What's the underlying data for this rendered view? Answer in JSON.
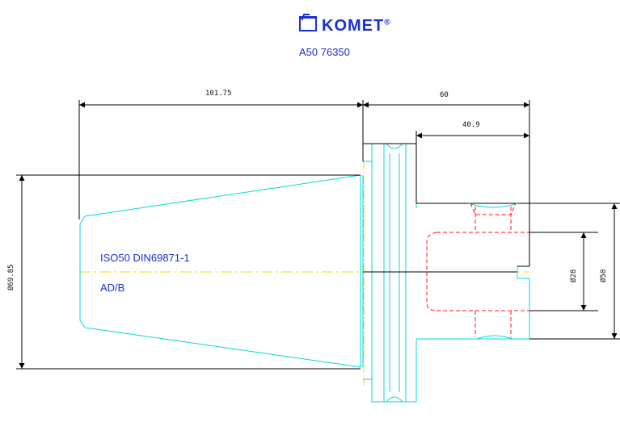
{
  "brand": {
    "name": "KOMET",
    "trademark": "®",
    "logo_icon": "komet-mark-icon"
  },
  "part_code": "A50 76350",
  "spec": {
    "standard": "ISO50 DIN69871-1",
    "form": "AD/B"
  },
  "dimensions": {
    "taper_length": "101.75",
    "overall_right": "60",
    "collar_length": "40.9",
    "taper_diameter": "Ø69.85",
    "bore_diameter": "Ø28",
    "outer_diameter": "Ø50"
  },
  "colors": {
    "outline": "#00d8e0",
    "hidden": "#ff1010",
    "center": "#e8e000",
    "text": "#1a2fd6",
    "dim": "#000000"
  }
}
